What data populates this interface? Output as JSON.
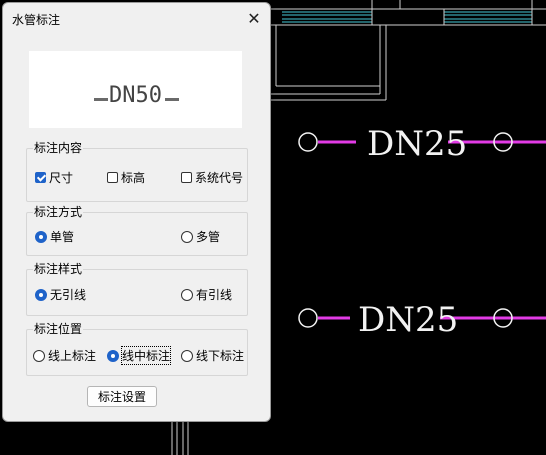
{
  "dialog": {
    "title": "水管标注",
    "preview_label": "DN50"
  },
  "groups": {
    "content": {
      "legend": "标注内容",
      "options": [
        {
          "label": "尺寸",
          "checked": true
        },
        {
          "label": "标高",
          "checked": false
        },
        {
          "label": "系统代号",
          "checked": false
        }
      ]
    },
    "method": {
      "legend": "标注方式",
      "options": [
        {
          "label": "单管",
          "selected": true
        },
        {
          "label": "多管",
          "selected": false
        }
      ]
    },
    "style": {
      "legend": "标注样式",
      "options": [
        {
          "label": "无引线",
          "selected": true
        },
        {
          "label": "有引线",
          "selected": false
        }
      ]
    },
    "position": {
      "legend": "标注位置",
      "options": [
        {
          "label": "线上标注",
          "selected": false
        },
        {
          "label": "线中标注",
          "selected": true
        },
        {
          "label": "线下标注",
          "selected": false
        }
      ]
    }
  },
  "settings_button": "标注设置",
  "canvas": {
    "pipe_labels": [
      "DN25",
      "DN25"
    ],
    "colors": {
      "pipe": "#e23be6",
      "wall": "#cfcfcf",
      "duct": "#46c7d6",
      "background": "#000000",
      "accent": "#1f63c9"
    }
  }
}
